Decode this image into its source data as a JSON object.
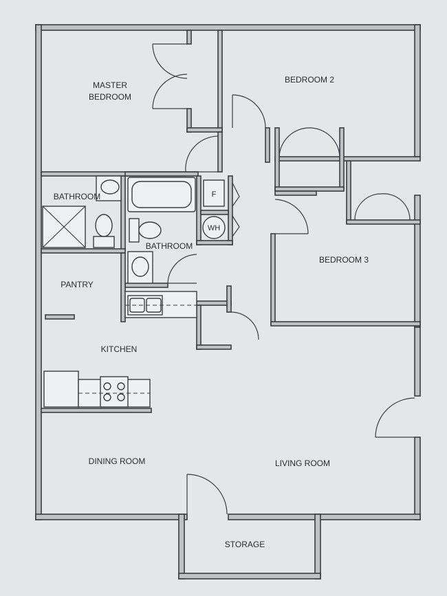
{
  "rooms": {
    "master_bedroom_line1": "MASTER",
    "master_bedroom_line2": "BEDROOM",
    "bedroom2": "BEDROOM 2",
    "bedroom3": "BEDROOM 3",
    "bathroom_master": "BATHROOM",
    "bathroom_hall": "BATHROOM",
    "pantry": "PANTRY",
    "kitchen": "KITCHEN",
    "dining_room": "DINING ROOM",
    "living_room": "LIVING ROOM",
    "storage": "STORAGE"
  },
  "fixtures": {
    "furnace": "F",
    "water_heater": "WH"
  },
  "colors": {
    "wall": "#bfc1c3",
    "outline": "#3a3c3f",
    "paper": "#e4e6e8"
  }
}
